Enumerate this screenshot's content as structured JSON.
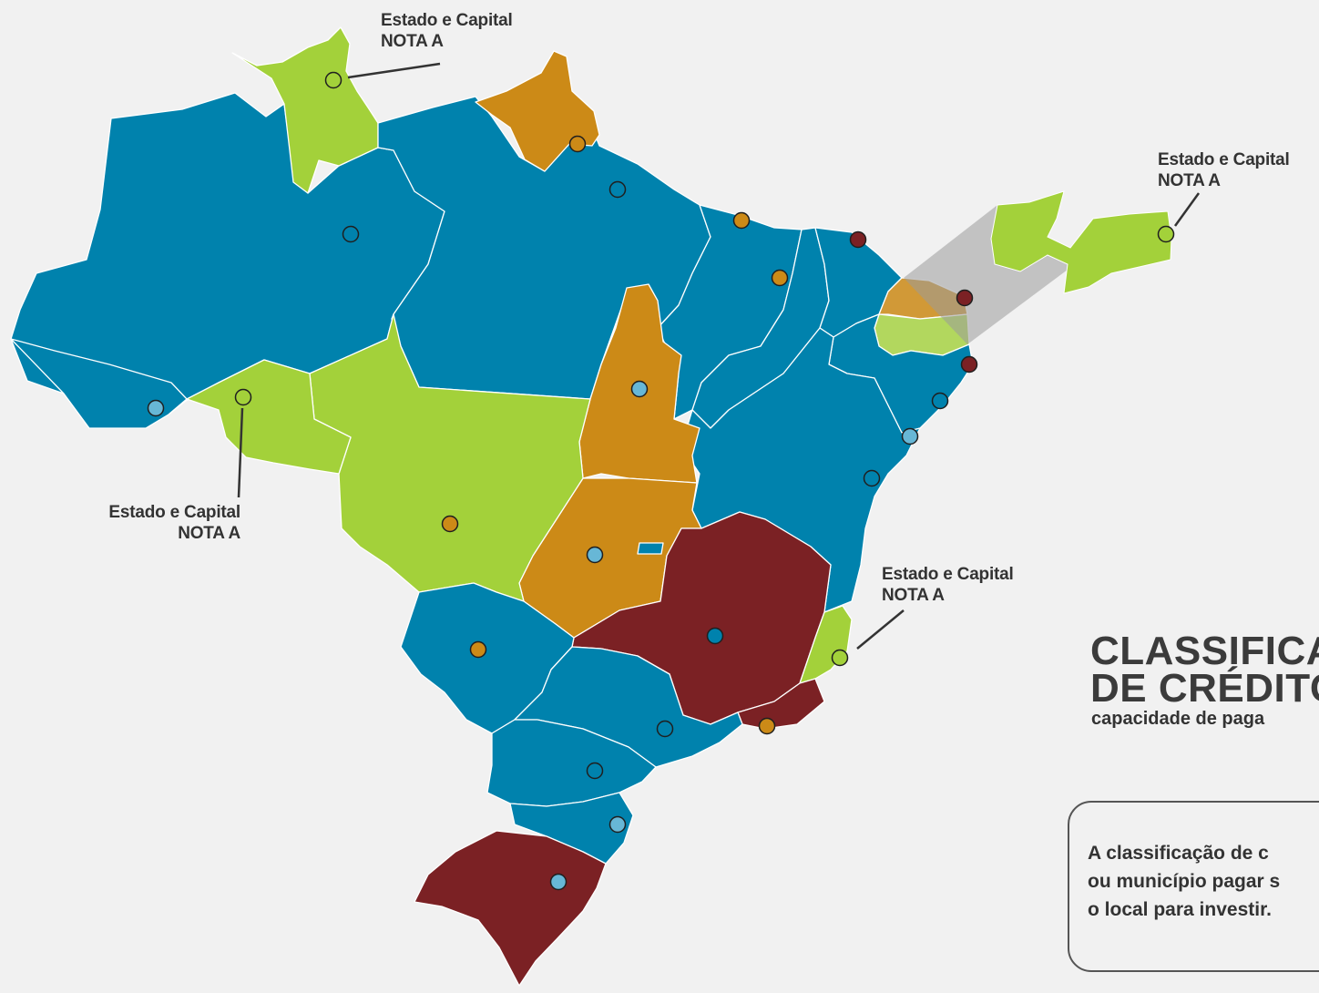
{
  "colors": {
    "background": "#f1f1f1",
    "nota_a": "#a3d13a",
    "nota_b": "#0082ad",
    "nota_c": "#cc8a17",
    "nota_d": "#7b2124",
    "capital_light": "#67b7d6"
  },
  "callouts": {
    "roraima": {
      "line1": "Estado e Capital",
      "line2": "NOTA A"
    },
    "rondonia": {
      "line1": "Estado e Capital",
      "line2": "NOTA A"
    },
    "paraiba": {
      "line1": "Estado e Capital",
      "line2": "NOTA A"
    },
    "espirito_santo": {
      "line1": "Estado e Capital",
      "line2": "NOTA A"
    }
  },
  "title": {
    "line1": "CLASSIFICA",
    "line2": "DE CRÉDITO"
  },
  "subtitle": "capacidade de paga",
  "info": {
    "line1": "A classificação de c",
    "line2": "ou município pagar s",
    "line3": "o local para investir."
  }
}
